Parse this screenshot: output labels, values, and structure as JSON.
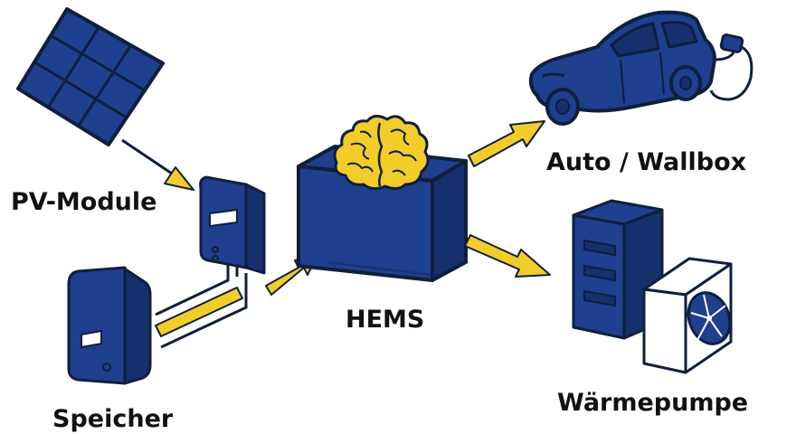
{
  "labels": {
    "pv_module": "PV-Module",
    "speicher": "Speicher",
    "hems": "HEMS",
    "auto_wallbox": "Auto / Wallbox",
    "waermepumpe": "Wärmepumpe"
  },
  "colors": {
    "navy": "#1f3f8f",
    "navy_dark": "#16306e",
    "outline": "#0f1f3d",
    "yellow": "#f2cd2a",
    "white": "#ffffff"
  },
  "icons": {
    "pv": "solar-panel-icon",
    "inverter": "inverter-icon",
    "battery": "battery-storage-icon",
    "hems": "brain-box-icon",
    "car": "car-icon",
    "charger": "charging-plug-icon",
    "heat_pump": "heat-pump-icon",
    "fan": "fan-icon"
  }
}
